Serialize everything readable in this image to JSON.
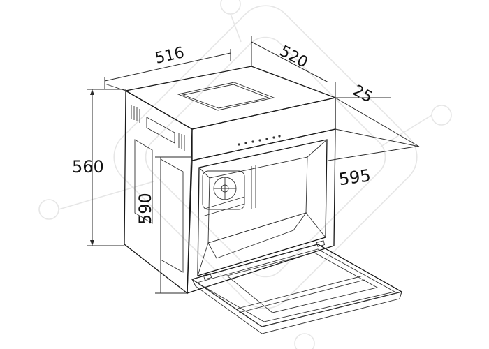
{
  "dimensions": {
    "width_top": "516",
    "depth_top": "520",
    "panel_offset": "25",
    "overall_height": "560",
    "front_height": "590",
    "front_width": "595"
  },
  "colors": {
    "line": "#1a1a1a",
    "background": "#ffffff",
    "watermark": "#e6e6e6"
  }
}
